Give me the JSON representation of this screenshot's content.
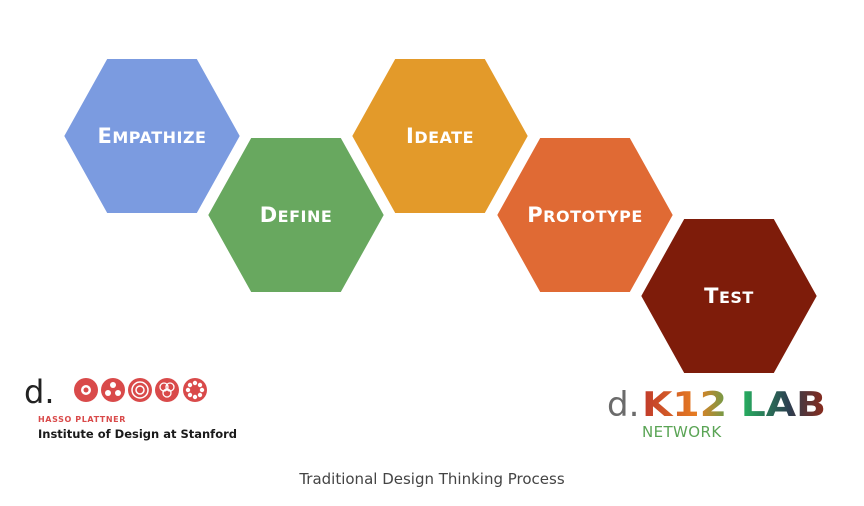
{
  "stages": [
    {
      "label": "Empathize",
      "color": "#7b9be0"
    },
    {
      "label": "Define",
      "color": "#68a85f"
    },
    {
      "label": "Ideate",
      "color": "#e39a2a"
    },
    {
      "label": "Prototype",
      "color": "#e06a34"
    },
    {
      "label": "Test",
      "color": "#7e1c0a"
    }
  ],
  "logo_left": {
    "mark": "d.",
    "line1": "HASSO PLATTNER",
    "line2": "Institute of Design at Stanford",
    "accent": "#d94a4a"
  },
  "logo_right": {
    "mark": "d.",
    "main": "K12 LAB",
    "sub": "NETWORK"
  },
  "caption": "Traditional Design Thinking Process"
}
